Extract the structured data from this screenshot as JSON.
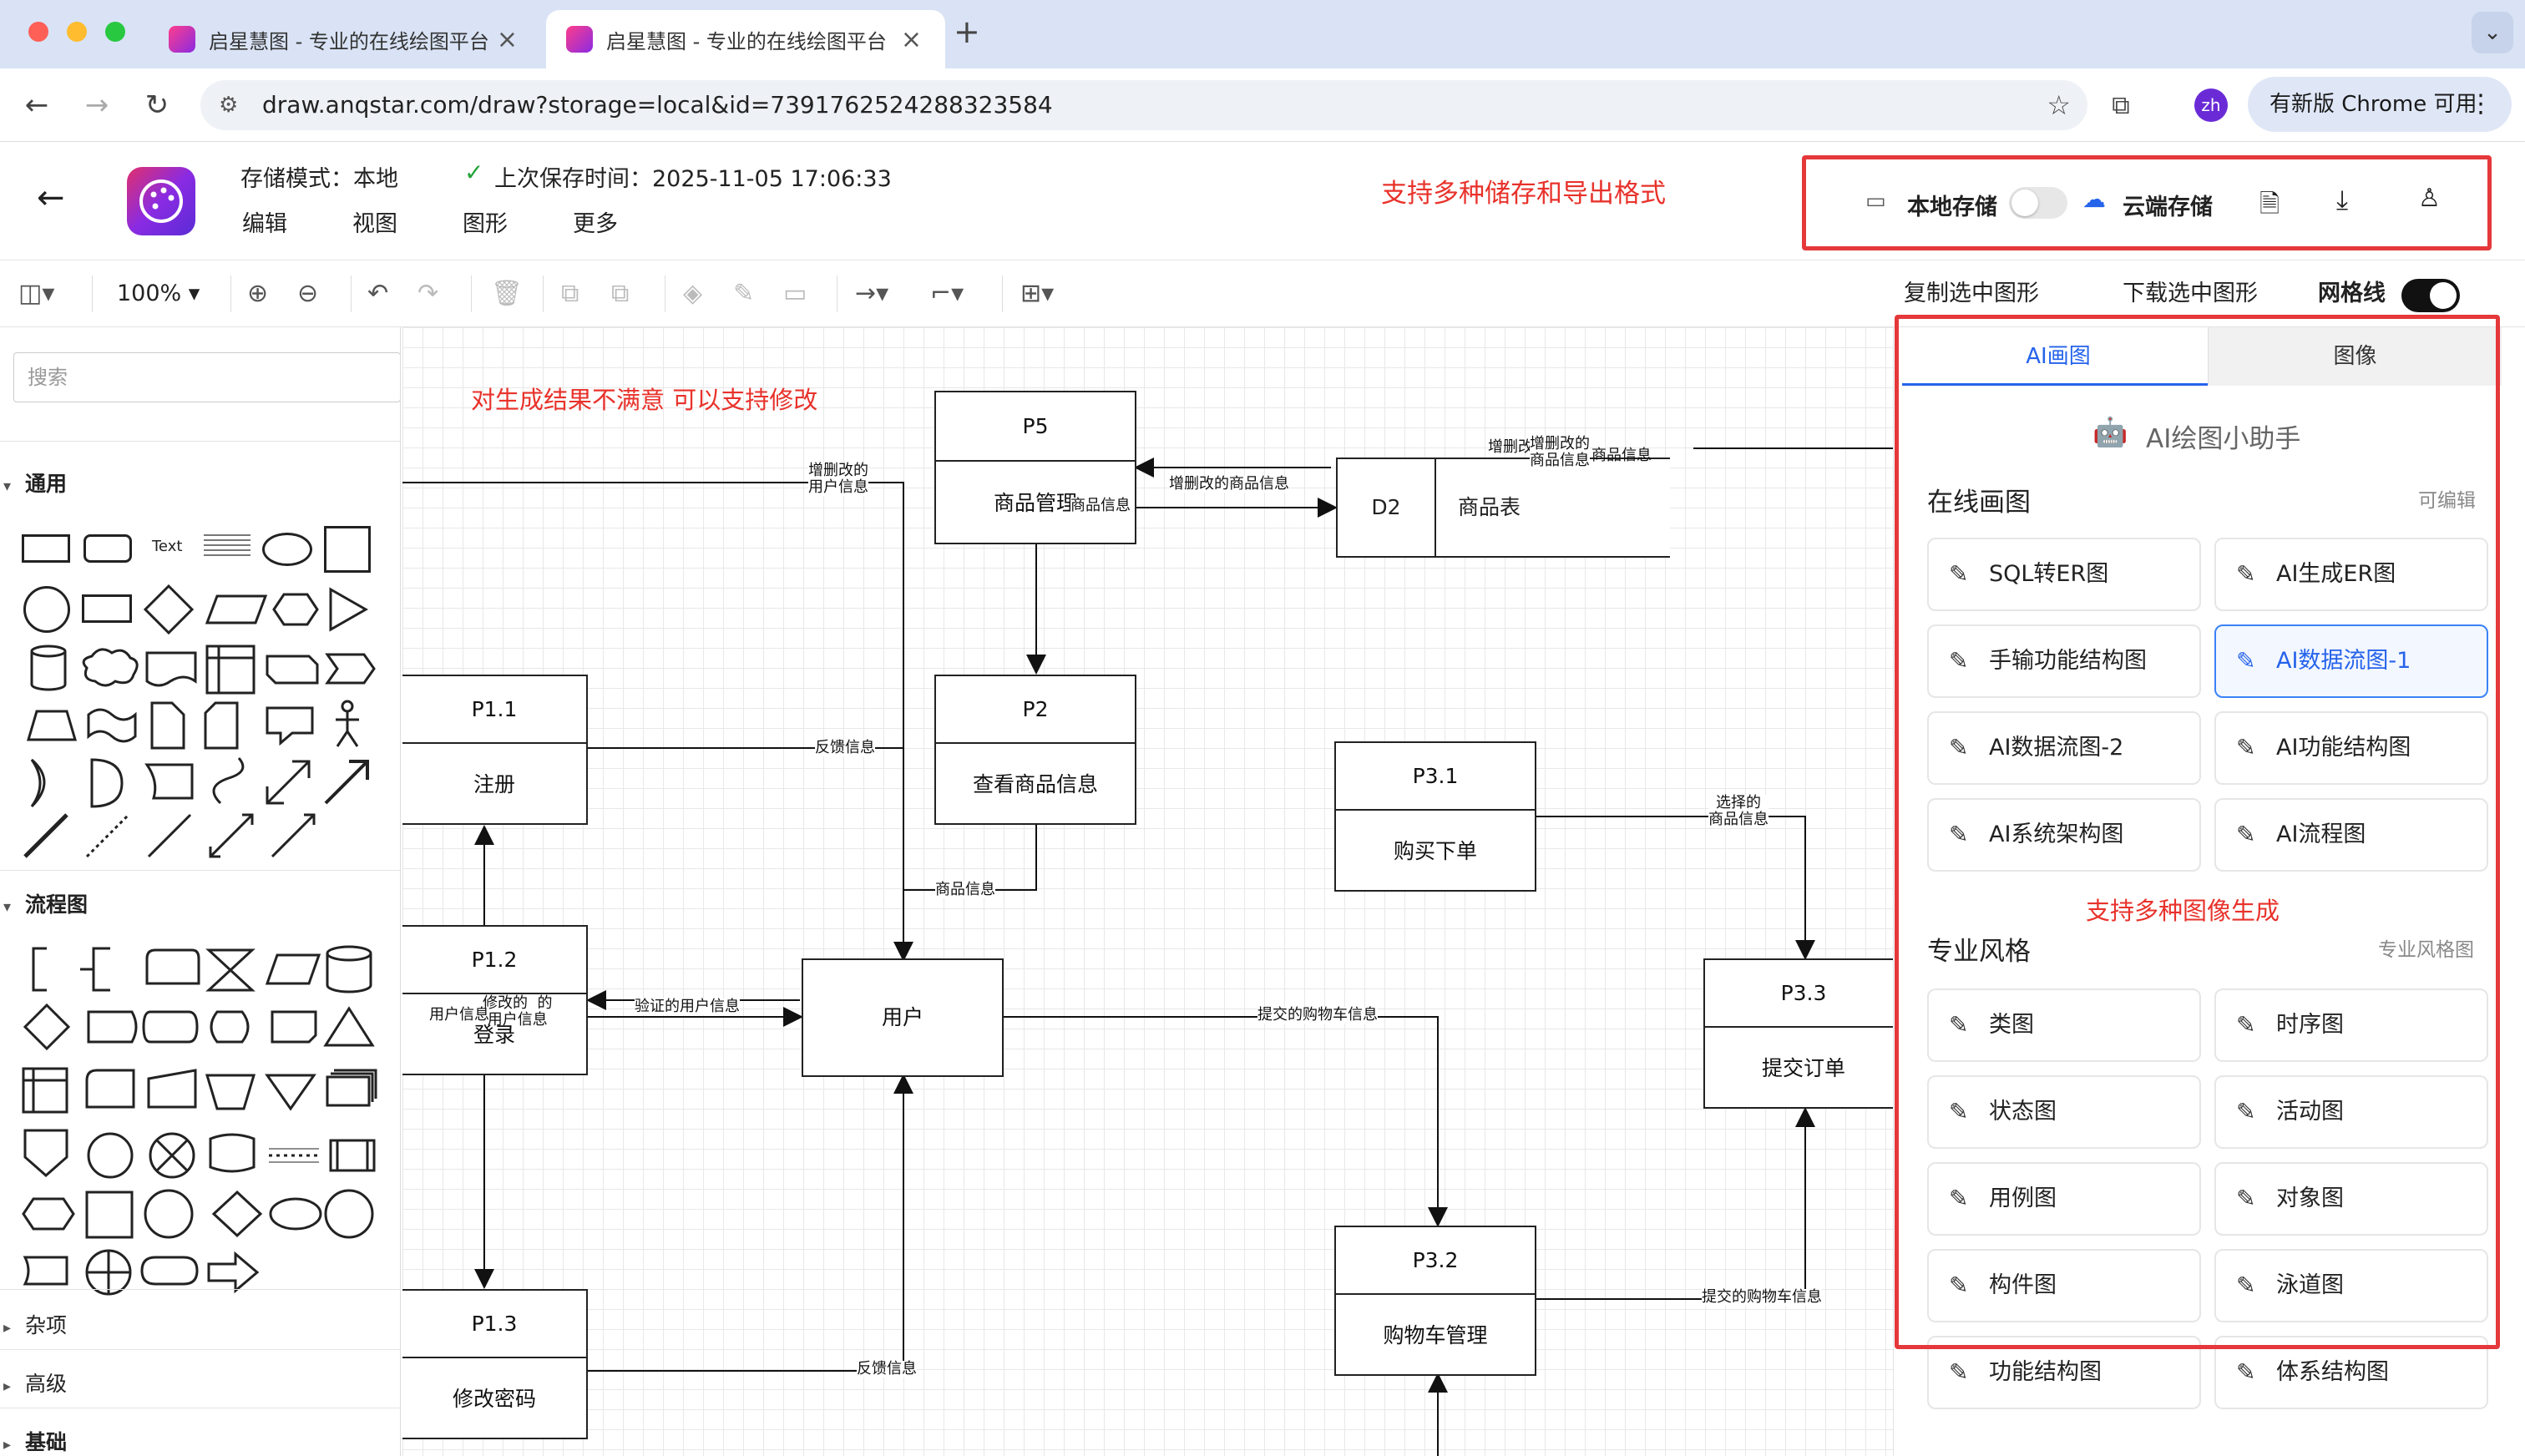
{
  "browser": {
    "tabs": [
      {
        "title": "启星慧图 - 专业的在线绘图平台"
      },
      {
        "title": "启星慧图 - 专业的在线绘图平台"
      }
    ],
    "url": "draw.anqstar.com/draw?storage=local&id=7391762524288323584",
    "profile": "zh",
    "update_label": "有新版 Chrome 可用"
  },
  "header": {
    "storage_mode": "存储模式：本地",
    "save_time": "上次保存时间：2025-11-05 17:06:33",
    "menu": [
      "编辑",
      "视图",
      "图形",
      "更多"
    ],
    "annotation": "支持多种储存和导出格式",
    "local_storage": "本地存储",
    "cloud_storage": "云端存储"
  },
  "toolbar": {
    "zoom": "100%",
    "copy_selected": "复制选中图形",
    "download_selected": "下载选中图形",
    "grid_label": "网格线",
    "grid_on": true
  },
  "left": {
    "search_placeholder": "搜索",
    "text_shape": "Text",
    "sections": {
      "general": "通用",
      "flowchart": "流程图",
      "misc": "杂项",
      "advanced": "高级",
      "basic": "基础"
    }
  },
  "canvas": {
    "annotation": "对生成结果不满意  可以支持修改",
    "nodes": {
      "p5": {
        "id": "P5",
        "name": "商品管理"
      },
      "d2": {
        "id": "D2",
        "name": "商品表"
      },
      "p2": {
        "id": "P2",
        "name": "查看商品信息"
      },
      "p11": {
        "id": "P1.1",
        "name": "注册"
      },
      "p12": {
        "id": "P1.2",
        "name": "登录"
      },
      "p13": {
        "id": "P1.3",
        "name": "修改密码"
      },
      "user": {
        "name": "用户"
      },
      "p31": {
        "id": "P3.1",
        "name": "购买下单"
      },
      "p32": {
        "id": "P3.2",
        "name": "购物车管理"
      },
      "p33": {
        "id": "P3.3",
        "name": "提交订单"
      }
    },
    "labels": {
      "crud_user": "增删改的\n用户信息",
      "crud_goods": "增删改的商品信息",
      "crud_goods_top": "增删改的\n商品信息",
      "crud_cut": "增删改",
      "goods_info_cut": "商品信息",
      "goods_info": "商品信息",
      "feedback": "反馈信息",
      "goods_info2": "商品信息",
      "user_info": "用户信息",
      "modified_info": "修改的  的\n用户信息",
      "verified": "验证的用户信息",
      "cart_info": "提交的购物车信息",
      "selected_goods": "选择的\n商品信息",
      "cart_info2": "提交的购物车信息",
      "feedback2": "反馈信息"
    }
  },
  "right": {
    "tabs": [
      "AI画图",
      "图像"
    ],
    "assistant": "AI绘图小助手",
    "online_title": "在线画图",
    "online_hint": "可编辑",
    "online_items": [
      "SQL转ER图",
      "AI生成ER图",
      "手输功能结构图",
      "AI数据流图-1",
      "AI数据流图-2",
      "AI功能结构图",
      "AI系统架构图",
      "AI流程图"
    ],
    "pro_annotation": "支持多种图像生成",
    "pro_title": "专业风格",
    "pro_hint": "专业风格图",
    "pro_items": [
      "类图",
      "时序图",
      "状态图",
      "活动图",
      "用例图",
      "对象图",
      "构件图",
      "泳道图",
      "功能结构图",
      "体系结构图"
    ]
  }
}
